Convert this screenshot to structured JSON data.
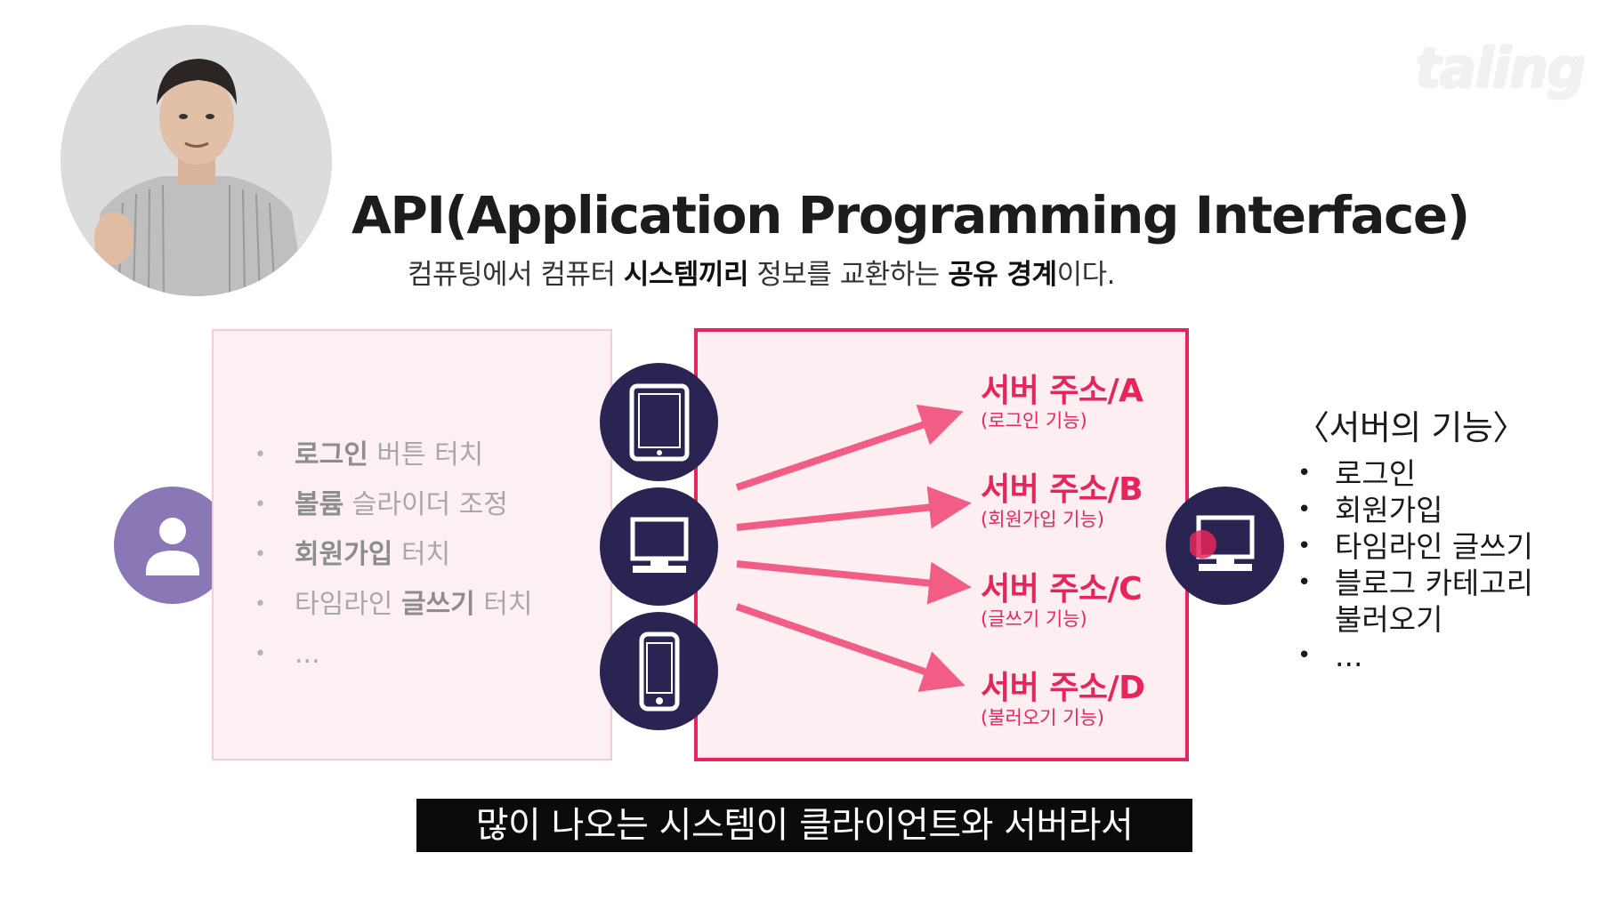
{
  "watermark": "taling",
  "title": "API(Application Programming Interface)",
  "subtitle": {
    "part1": "컴퓨팅에서 컴퓨터 ",
    "bold1": "시스템끼리",
    "part2": " 정보를 교환하는 ",
    "bold2": "공유 경계",
    "part3": "이다."
  },
  "user_actions": [
    {
      "bold": "로그인",
      "rest": " 버튼 터치"
    },
    {
      "bold": "볼륨",
      "rest": " 슬라이더 조정"
    },
    {
      "bold": "회원가입",
      "rest": " 터치"
    },
    {
      "pre": "타임라인 ",
      "bold": "글쓰기",
      "rest": " 터치"
    },
    {
      "rest": "..."
    }
  ],
  "devices": [
    {
      "name": "tablet-icon"
    },
    {
      "name": "monitor-icon"
    },
    {
      "name": "smartphone-icon"
    }
  ],
  "server_addresses": [
    {
      "label": "서버 주소/A",
      "desc": "(로그인 기능)"
    },
    {
      "label": "서버 주소/B",
      "desc": "(회원가입 기능)"
    },
    {
      "label": "서버 주소/C",
      "desc": "(글쓰기 기능)"
    },
    {
      "label": "서버 주소/D",
      "desc": "(불러오기 기능)"
    }
  ],
  "server_functions": {
    "title": "〈서버의 기능〉",
    "items": [
      "로그인",
      "회원가입",
      "타임라인 글쓰기",
      "블로그 카테고리 불러오기",
      "..."
    ]
  },
  "caption": "많이 나오는 시스템이 클라이언트와 서버라서",
  "colors": {
    "accent": "#e8255a",
    "device_circle": "#2a2452",
    "avatar": "#8a77b5",
    "panel_bg": "#fdf0f4",
    "server_bg": "#fdeef2"
  }
}
